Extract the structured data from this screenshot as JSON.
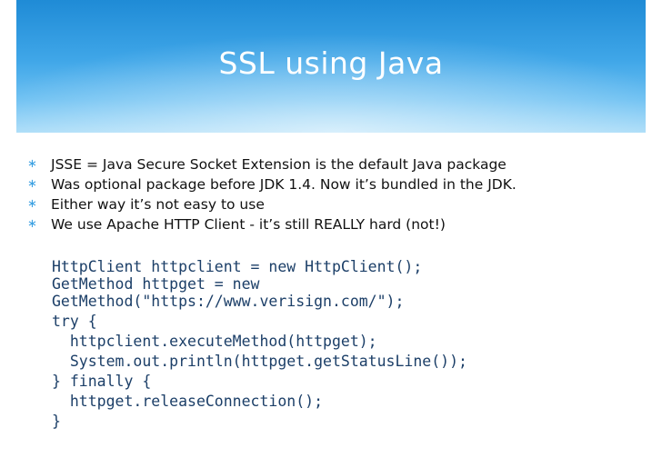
{
  "slide": {
    "title": "SSL using Java",
    "bullet_glyph": "∗",
    "bullets": [
      "JSSE = Java Secure Socket Extension is the default Java package",
      "Was optional package before JDK 1.4. Now it’s bundled in the JDK.",
      "Either way it’s not easy to use",
      "We use Apache HTTP Client - it’s still REALLY hard (not!)"
    ],
    "code_lines": [
      "HttpClient httpclient = new HttpClient();",
      "GetMethod httpget = new",
      "GetMethod(\"https://www.verisign.com/\");",
      "try {",
      "  httpclient.executeMethod(httpget);",
      "  System.out.println(httpget.getStatusLine());",
      "} finally {",
      "  httpget.releaseConnection();",
      "}"
    ],
    "colors": {
      "header_top": "#1f8bd6",
      "header_bottom": "#a9dcf8",
      "bullet": "#3aa0e2",
      "code_text": "#1c3f68"
    }
  }
}
